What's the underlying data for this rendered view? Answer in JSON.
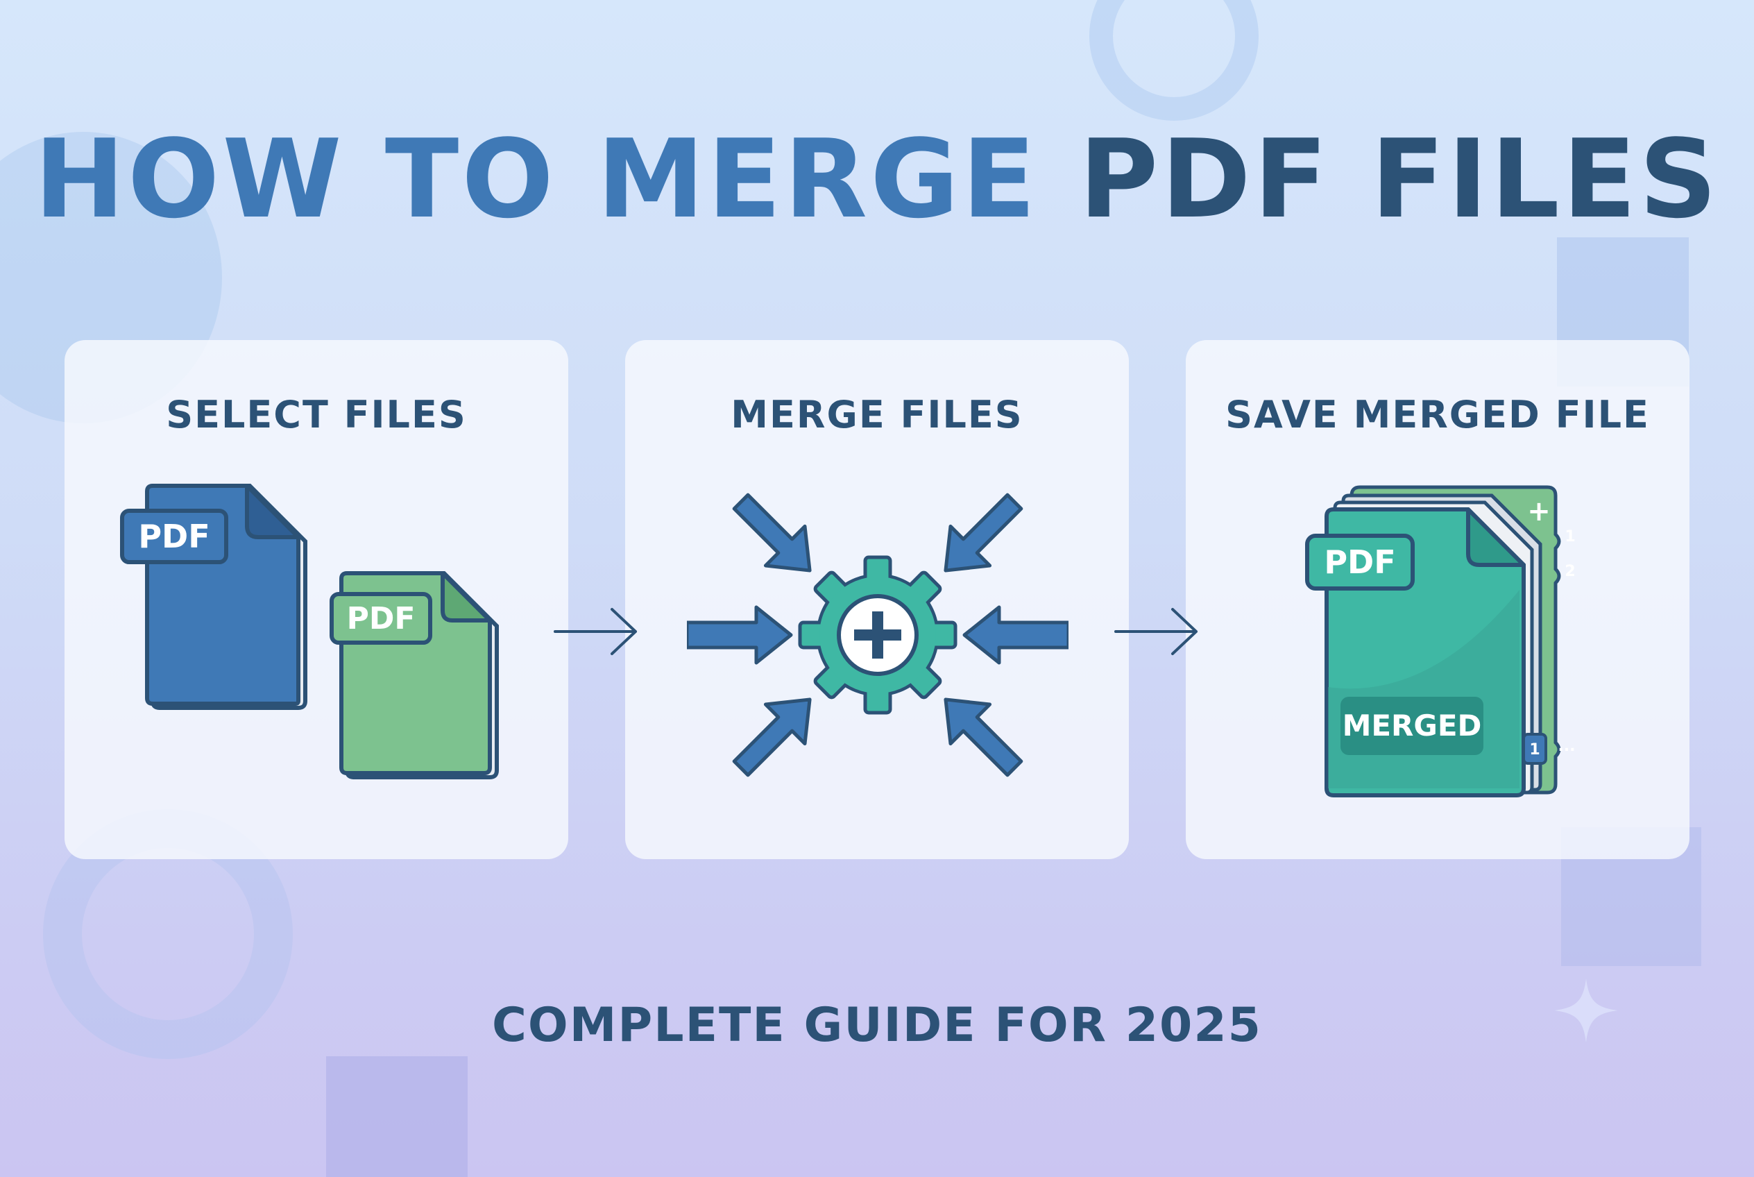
{
  "title": {
    "part1": "HOW TO MERGE",
    "part2": "PDF FILES"
  },
  "steps": [
    {
      "label": "SELECT FILES",
      "file_badges": [
        "PDF",
        "PDF"
      ]
    },
    {
      "label": "MERGE FILES"
    },
    {
      "label": "SAVE MERGED FILE",
      "file_badge": "PDF",
      "result_label": "MERGED",
      "tab_labels": [
        "1",
        "2",
        "1",
        "..."
      ]
    }
  ],
  "subtitle": "COMPLETE GUIDE FOR 2025",
  "colors": {
    "title_light": "#3f79b6",
    "title_dark": "#2c5276",
    "doc_blue": "#3f79b6",
    "doc_green": "#7dc28f",
    "doc_teal": "#3fb8a4",
    "outline": "#2c5276"
  },
  "icons": [
    "pdf-document-icon",
    "merge-arrow-icon",
    "gear-plus-icon",
    "merged-document-icon",
    "sparkle-icon"
  ]
}
